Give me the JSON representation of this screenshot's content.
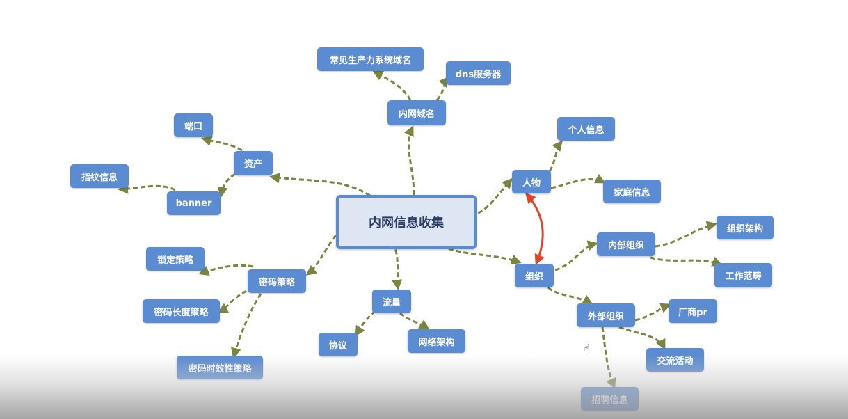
{
  "diagram": {
    "center": "内网信息收集",
    "nodes": {
      "domain": "内网域名",
      "prod_domain": "常见生产力系统域名",
      "dns": "dns服务器",
      "asset": "资产",
      "port": "端口",
      "banner": "banner",
      "fingerprint": "指纹信息",
      "password": "密码策略",
      "lock": "锁定策略",
      "length": "密码长度策略",
      "expiry": "密码时效性策略",
      "traffic": "流量",
      "protocol": "协议",
      "netarch": "网络架构",
      "person": "人物",
      "personal_info": "个人信息",
      "family_info": "家庭信息",
      "org": "组织",
      "internal_org": "内部组织",
      "org_arch": "组织架构",
      "work_scope": "工作范畴",
      "external_org": "外部组织",
      "vendor": "厂商pr",
      "exchange": "交流活动",
      "recruit": "招聘信息"
    },
    "colors": {
      "node_fill": "#5b8bd0",
      "center_fill": "#dfe6f3",
      "link": "#7a8640",
      "relation": "#e0452b"
    }
  }
}
